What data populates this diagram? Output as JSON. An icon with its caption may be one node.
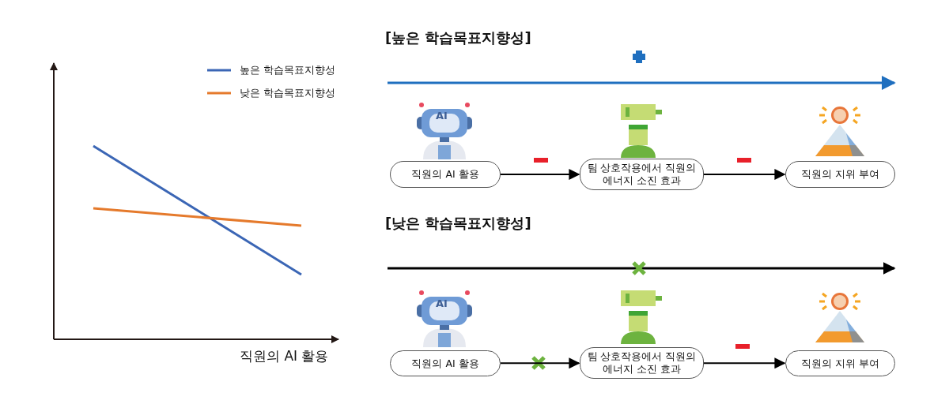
{
  "diagram": {
    "nodes": [
      {
        "text": [
          "직원의 AI 활용"
        ]
      },
      {
        "text": [
          "팀 상호작용에서 직원의 에너지 소진 효과"
        ]
      },
      {
        "text": [
          "직원의 지위 부여"
        ]
      },
      {
        "text": [
          "직원의 AI 활용"
        ]
      },
      {
        "text": [
          "팀 상호작용에서 직원의 에너지 소진 효과"
        ]
      },
      {
        "text": [
          "직원의 지위 부여"
        ]
      }
    ],
    "edges": [
      {
        "from": 0,
        "to": 1,
        "arrow": "to"
      },
      {
        "from": 1,
        "to": 2,
        "arrow": "to"
      },
      {
        "from": 3,
        "to": 4,
        "arrow": "to"
      },
      {
        "from": 4,
        "to": 5,
        "arrow": "to"
      }
    ],
    "labels": [
      "[높은 학습목표지향성]",
      "AI",
      "[낮은 학습목표지향성]",
      "AI",
      "직원의 AI 활용"
    ],
    "legend": [
      {
        "text": "높은 학습목표지향성"
      },
      {
        "text": "낮은 학습목표지향성"
      }
    ]
  }
}
